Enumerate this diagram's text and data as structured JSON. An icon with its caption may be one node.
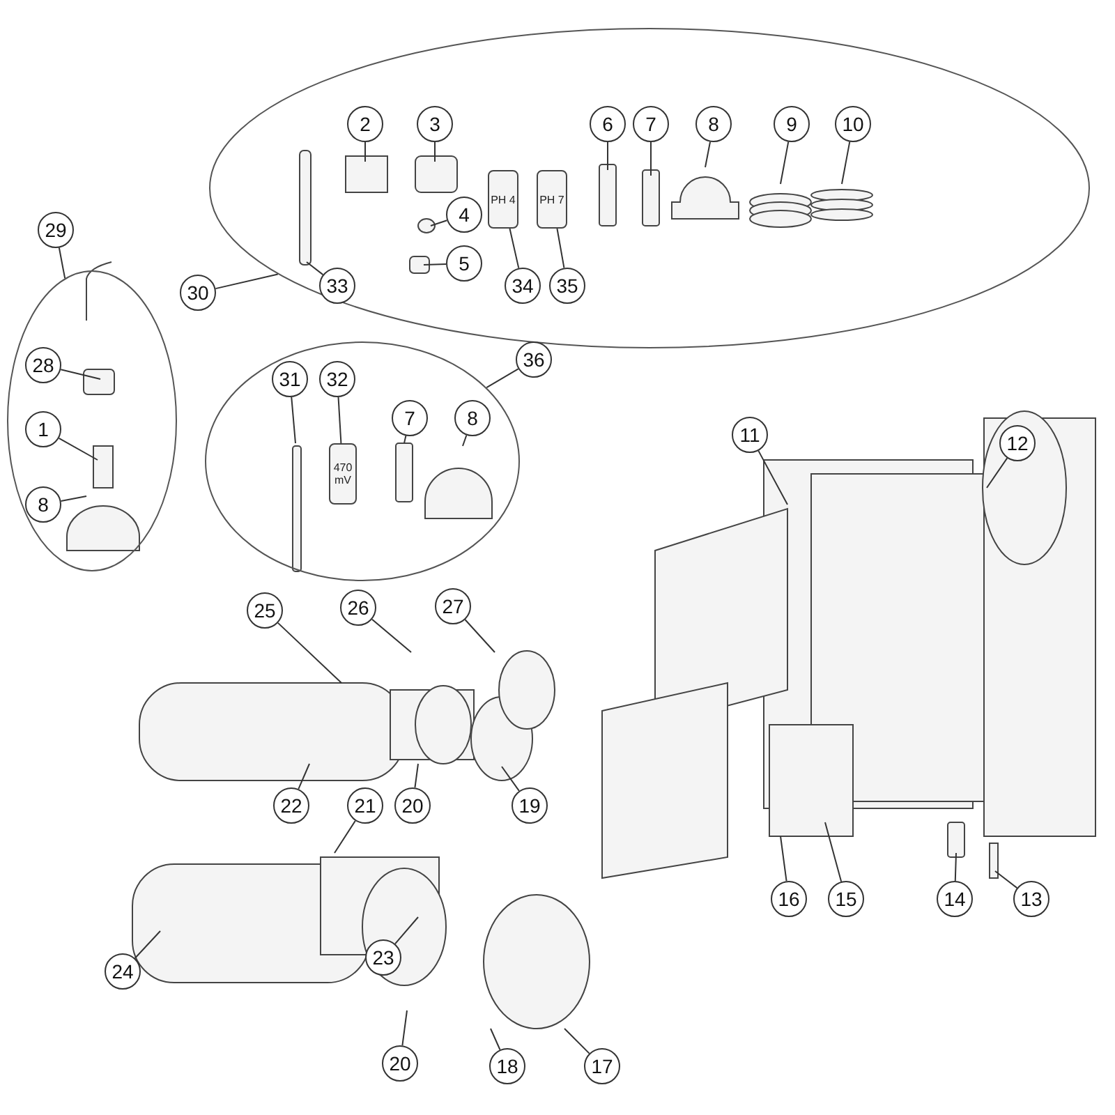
{
  "diagram": {
    "nodes": [
      {
        "text": [],
        "shape": "ellipse"
      },
      {
        "text": [
          "2"
        ],
        "in": 0
      },
      {
        "text": [
          "3"
        ],
        "in": 0
      },
      {
        "text": [
          "6"
        ],
        "in": 0
      },
      {
        "text": [
          "7"
        ],
        "in": 0
      },
      {
        "text": [
          "8"
        ],
        "in": 0
      },
      {
        "text": [
          "9"
        ],
        "in": 0
      },
      {
        "text": [
          "10"
        ],
        "in": 0
      },
      {
        "text": [
          "4"
        ],
        "in": 0
      },
      {
        "text": [
          "5"
        ],
        "in": 0
      },
      {
        "text": [
          "33"
        ],
        "in": 0
      },
      {
        "text": [
          "34"
        ],
        "in": 0
      },
      {
        "text": [
          "35"
        ],
        "in": 0
      },
      {
        "text": [
          "30"
        ]
      },
      {
        "text": [
          "29"
        ]
      },
      {
        "text": [],
        "shape": "ellipse"
      },
      {
        "text": [
          "28"
        ],
        "in": 15
      },
      {
        "text": [
          "1"
        ],
        "in": 15
      },
      {
        "text": [
          "8"
        ],
        "in": 15
      },
      {
        "text": [],
        "shape": "ellipse"
      },
      {
        "text": [
          "31"
        ],
        "in": 19
      },
      {
        "text": [
          "32"
        ],
        "in": 19
      },
      {
        "text": [
          "7"
        ],
        "in": 19
      },
      {
        "text": [
          "8"
        ],
        "in": 19
      },
      {
        "text": [
          "36"
        ]
      },
      {
        "text": [
          "11"
        ]
      },
      {
        "text": [
          "12"
        ]
      },
      {
        "text": [
          "25"
        ]
      },
      {
        "text": [
          "26"
        ]
      },
      {
        "text": [
          "27"
        ]
      },
      {
        "text": [
          "22"
        ]
      },
      {
        "text": [
          "20"
        ]
      },
      {
        "text": [
          "19"
        ]
      },
      {
        "text": [
          "21"
        ]
      },
      {
        "text": [
          "24"
        ]
      },
      {
        "text": [
          "23"
        ]
      },
      {
        "text": [
          "20"
        ]
      },
      {
        "text": [
          "18"
        ]
      },
      {
        "text": [
          "17"
        ]
      },
      {
        "text": [
          "16"
        ]
      },
      {
        "text": [
          "15"
        ]
      },
      {
        "text": [
          "14"
        ]
      },
      {
        "text": [
          "13"
        ]
      },
      {
        "text": [
          "PH 4"
        ],
        "in": 0
      },
      {
        "text": [
          "PH 7"
        ],
        "in": 0
      },
      {
        "text": [
          "470 mV"
        ],
        "in": 19
      }
    ],
    "edges": [
      {
        "from": 1,
        "to": null,
        "arrow": "none"
      },
      {
        "from": 2,
        "to": null,
        "arrow": "none"
      },
      {
        "from": 3,
        "to": null,
        "arrow": "none"
      },
      {
        "from": 4,
        "to": null,
        "arrow": "none"
      },
      {
        "from": 5,
        "to": null,
        "arrow": "none"
      },
      {
        "from": 6,
        "to": null,
        "arrow": "none"
      },
      {
        "from": 7,
        "to": null,
        "arrow": "none"
      },
      {
        "from": 8,
        "to": null,
        "arrow": "none"
      },
      {
        "from": 9,
        "to": null,
        "arrow": "none"
      },
      {
        "from": 10,
        "to": null,
        "arrow": "none"
      },
      {
        "from": 11,
        "to": 43,
        "arrow": "none"
      },
      {
        "from": 12,
        "to": 44,
        "arrow": "none"
      },
      {
        "from": 13,
        "to": 0,
        "arrow": "none"
      },
      {
        "from": 14,
        "to": 15,
        "arrow": "none"
      },
      {
        "from": 16,
        "to": null,
        "arrow": "none"
      },
      {
        "from": 17,
        "to": null,
        "arrow": "none"
      },
      {
        "from": 18,
        "to": null,
        "arrow": "none"
      },
      {
        "from": 20,
        "to": null,
        "arrow": "none"
      },
      {
        "from": 21,
        "to": 45,
        "arrow": "none"
      },
      {
        "from": 22,
        "to": null,
        "arrow": "none"
      },
      {
        "from": 23,
        "to": null,
        "arrow": "none"
      },
      {
        "from": 24,
        "to": 19,
        "arrow": "none"
      },
      {
        "from": 25,
        "to": null,
        "arrow": "none"
      },
      {
        "from": 26,
        "to": null,
        "arrow": "none"
      },
      {
        "from": 27,
        "to": null,
        "arrow": "none"
      },
      {
        "from": 28,
        "to": null,
        "arrow": "none"
      },
      {
        "from": 29,
        "to": null,
        "arrow": "none"
      },
      {
        "from": 30,
        "to": null,
        "arrow": "none"
      },
      {
        "from": 31,
        "to": null,
        "arrow": "none"
      },
      {
        "from": 32,
        "to": null,
        "arrow": "none"
      },
      {
        "from": 33,
        "to": null,
        "arrow": "none"
      },
      {
        "from": 34,
        "to": null,
        "arrow": "none"
      },
      {
        "from": 35,
        "to": null,
        "arrow": "none"
      },
      {
        "from": 36,
        "to": null,
        "arrow": "none"
      },
      {
        "from": 37,
        "to": null,
        "arrow": "none"
      },
      {
        "from": 38,
        "to": null,
        "arrow": "none"
      },
      {
        "from": 39,
        "to": null,
        "arrow": "none"
      },
      {
        "from": 40,
        "to": null,
        "arrow": "none"
      },
      {
        "from": 41,
        "to": null,
        "arrow": "none"
      },
      {
        "from": 42,
        "to": null,
        "arrow": "none"
      }
    ]
  }
}
